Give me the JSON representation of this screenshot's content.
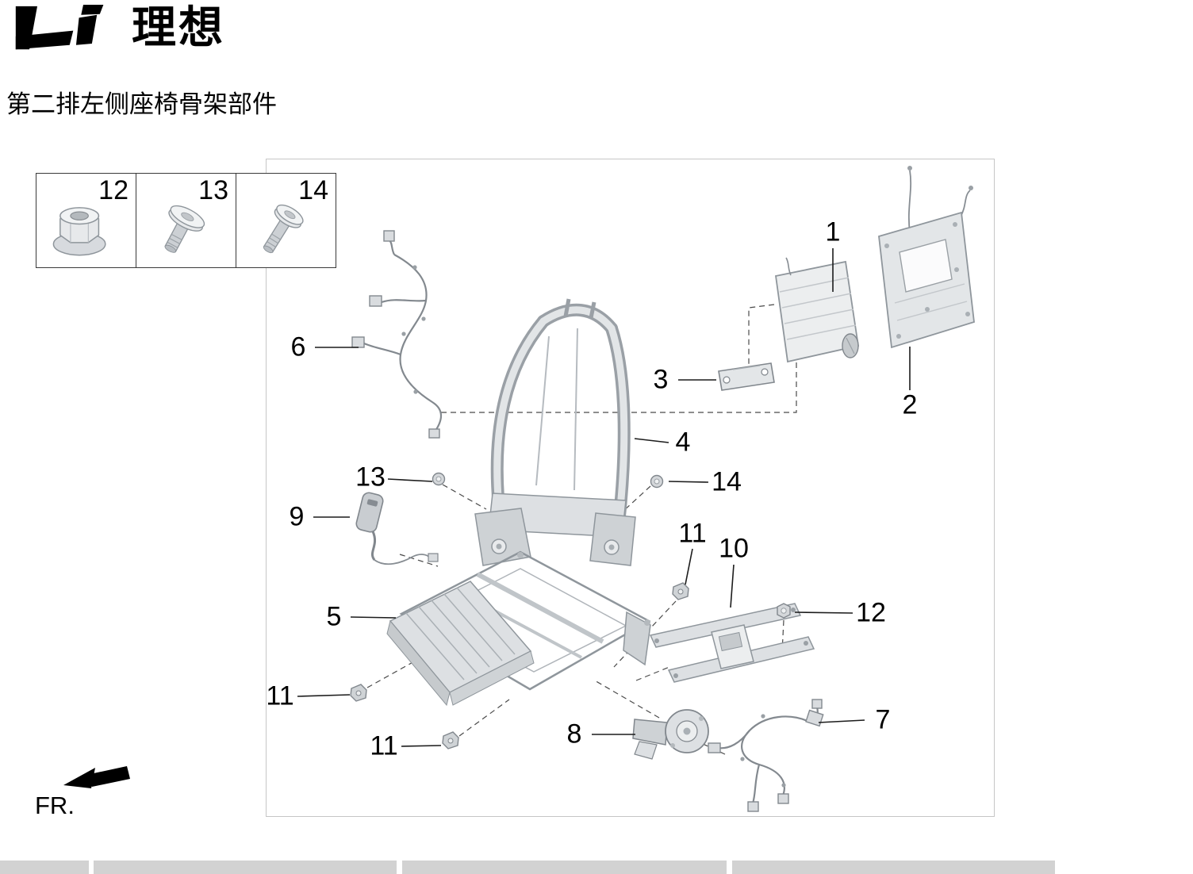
{
  "brand": {
    "name": "理想"
  },
  "page": {
    "title": "第二排左侧座椅骨架部件"
  },
  "legend": {
    "items": [
      {
        "number": "12",
        "icon": "flange-nut-icon"
      },
      {
        "number": "13",
        "icon": "shoulder-bolt-icon"
      },
      {
        "number": "14",
        "icon": "shoulder-bolt-icon"
      }
    ]
  },
  "callouts": [
    {
      "number": "1"
    },
    {
      "number": "2"
    },
    {
      "number": "3"
    },
    {
      "number": "4"
    },
    {
      "number": "5"
    },
    {
      "number": "6"
    },
    {
      "number": "7"
    },
    {
      "number": "8"
    },
    {
      "number": "9"
    },
    {
      "number": "10"
    },
    {
      "number": "11"
    },
    {
      "number": "11"
    },
    {
      "number": "11"
    },
    {
      "number": "12"
    },
    {
      "number": "13"
    },
    {
      "number": "14"
    }
  ],
  "direction": {
    "label": "FR."
  },
  "footer": {
    "cells": [
      "",
      "",
      "",
      ""
    ]
  }
}
